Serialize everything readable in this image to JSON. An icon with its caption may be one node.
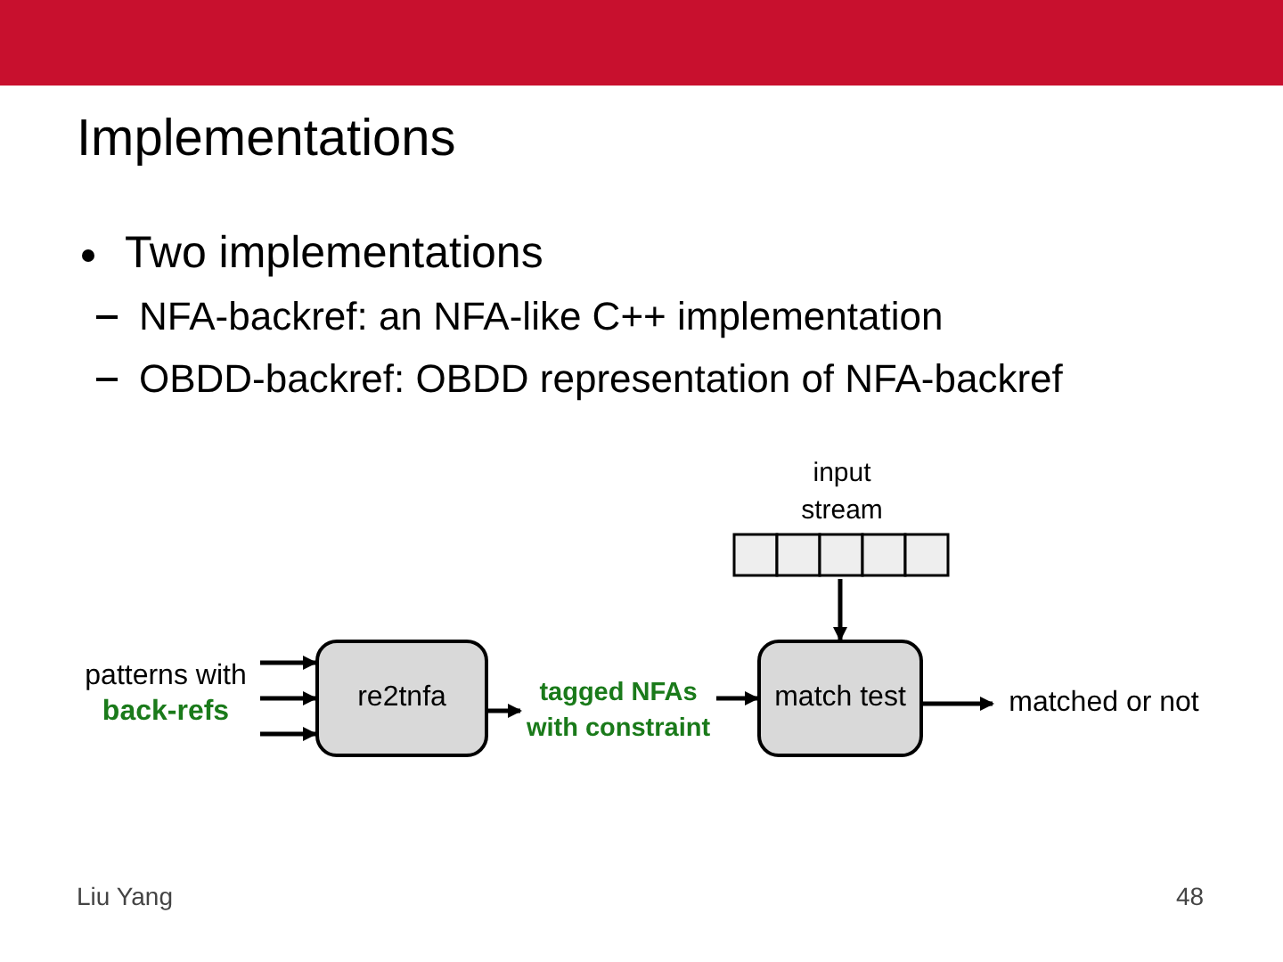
{
  "diagram": {
    "title": "Implementations",
    "nodes": [
      {
        "text": [
          "patterns with",
          "back-refs"
        ]
      },
      {
        "text": [
          "re2tnfa"
        ]
      },
      {
        "text": [
          "tagged NFAs with constraint"
        ]
      },
      {
        "text": [
          "match test"
        ]
      },
      {
        "text": [
          "input stream"
        ]
      },
      {
        "text": [
          "matched or not"
        ]
      }
    ],
    "edges": [
      {
        "from": 0,
        "to": 1,
        "arrow": "to"
      },
      {
        "from": 0,
        "to": 1,
        "arrow": "to"
      },
      {
        "from": 0,
        "to": 1,
        "arrow": "to"
      },
      {
        "from": 1,
        "to": 2,
        "arrow": "to"
      },
      {
        "from": 2,
        "to": 3,
        "arrow": "to"
      },
      {
        "from": 4,
        "to": 3,
        "arrow": "to"
      },
      {
        "from": 3,
        "to": 5,
        "arrow": "to"
      }
    ],
    "labels": [
      "Two implementations",
      "NFA-backref: an NFA-like C++ implementation",
      "OBDD-backref: OBDD representation of NFA-backref",
      "Liu Yang",
      "48"
    ]
  }
}
